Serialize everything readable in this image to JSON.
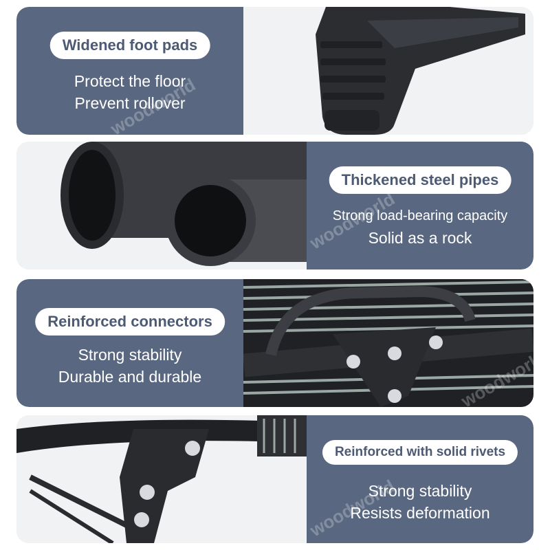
{
  "features": [
    {
      "title": "Widened foot pads",
      "line1": "Protect the floor",
      "line2": "Prevent rollover"
    },
    {
      "title": "Thickened steel pipes",
      "line1": "Strong load-bearing capacity",
      "line2": "Solid as a rock"
    },
    {
      "title": "Reinforced connectors",
      "line1": "Strong stability",
      "line2": "Durable and durable"
    },
    {
      "title": "Reinforced with solid rivets",
      "line1": "Strong stability",
      "line2": "Resists deformation"
    }
  ],
  "watermark": "woodworld",
  "colors": {
    "panel": "#5a6780",
    "pill_text": "#4d5a73",
    "frame": "#2b2d31"
  }
}
